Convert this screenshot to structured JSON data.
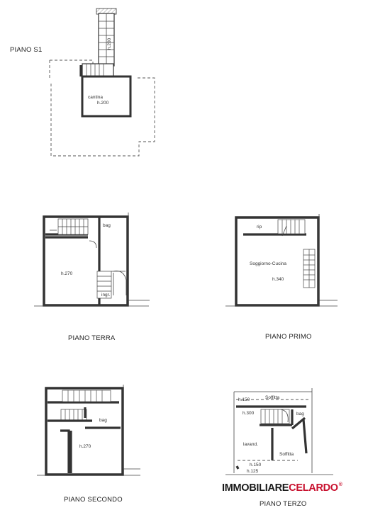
{
  "floors": {
    "s1": {
      "title": "PIANO S1",
      "rooms": {
        "cantina": "cantina",
        "cantina_h": "h.200",
        "stair_h": "h.200"
      }
    },
    "terra": {
      "title": "PIANO TERRA",
      "rooms": {
        "bag": "bag",
        "main_h": "h.270",
        "ingr": "ingr."
      }
    },
    "primo": {
      "title": "PIANO PRIMO",
      "rooms": {
        "rip": "rip",
        "soggiorno": "Soggiorno-Cucina",
        "soggiorno_h": "h.340"
      }
    },
    "secondo": {
      "title": "PIANO SECONDO",
      "rooms": {
        "bag": "bag",
        "main_h": "h.270"
      }
    },
    "terzo": {
      "title": "PIANO TERZO",
      "rooms": {
        "h150_top": "h.150",
        "soffitta_top": "Soffitta",
        "h300": "h.300",
        "bag": "bag",
        "lavand": "lavand.",
        "soffitta_bottom": "Soffitta",
        "h150_bottom": "h.150",
        "h125": "h.125"
      }
    }
  },
  "brand": {
    "part1": "IMMOBILIARE",
    "part2": "CELARDO",
    "reg": "®"
  },
  "colors": {
    "brand_black": "#1a1a1a",
    "brand_red": "#c8102e"
  }
}
